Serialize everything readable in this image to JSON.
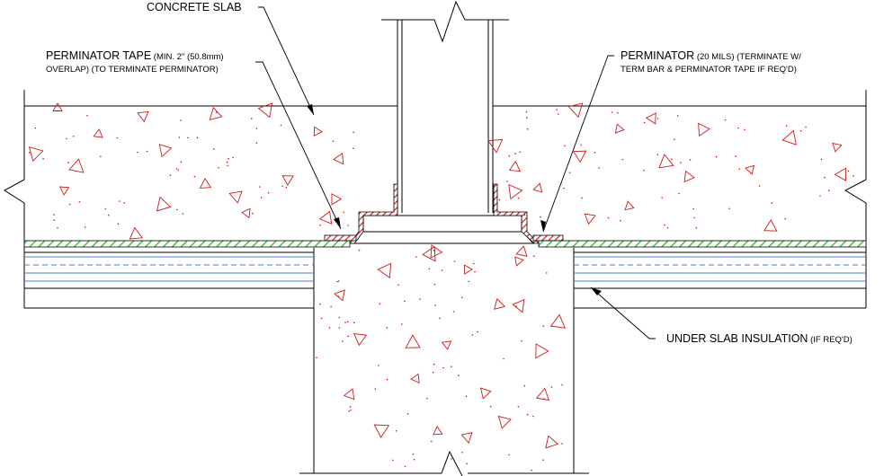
{
  "labels": {
    "concrete_slab": "CONCRETE SLAB",
    "tape_line1_main": "PERMINATOR TAPE",
    "tape_line1_note": " (MIN. 2\" (50.8mm)",
    "tape_line2": "OVERLAP) (TO TERMINATE PERMINATOR)",
    "perm_line1_main": "PERMINATOR",
    "perm_line1_note": " (20 MILS) (TERMINATE W/",
    "perm_line2": "TERM BAR & PERMINATOR TAPE IF REQ'D)",
    "insulation_main": "UNDER SLAB INSULATION",
    "insulation_note": " (IF REQ'D)"
  },
  "colors": {
    "line": "#000000",
    "aggregate": "#d01818",
    "membrane_green": "#3ec43e",
    "membrane_red": "#d02020",
    "insulation_blue": "#4a7fbf"
  },
  "icons": {
    "aggregate": "triangle-aggregate-icon",
    "break_line": "break-line-icon"
  }
}
